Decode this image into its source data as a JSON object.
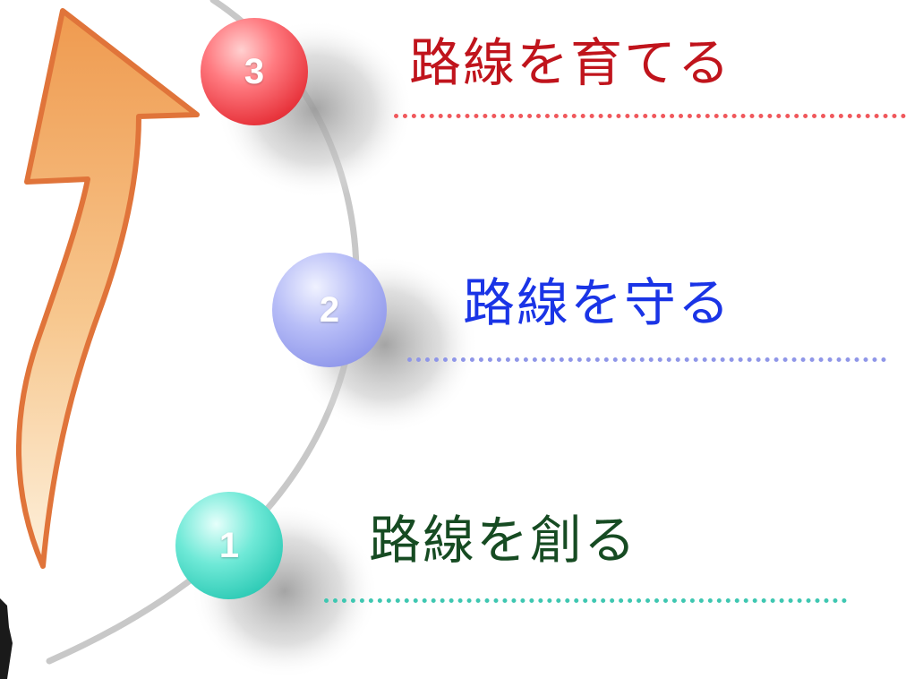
{
  "steps": [
    {
      "number": "3",
      "label": "路線を育てる",
      "color": "#c0141c",
      "badge_color": "#e8353d",
      "rule_color": "#f0585c"
    },
    {
      "number": "2",
      "label": "路線を守る",
      "color": "#1a34e6",
      "badge_color": "#8e96ea",
      "rule_color": "#8f96e8"
    },
    {
      "number": "1",
      "label": "路線を創る",
      "color": "#164b22",
      "badge_color": "#2fcbb6",
      "rule_color": "#3ec7b1"
    }
  ],
  "arrow": {
    "icon": "upward-curved-arrow-icon",
    "color": "#ef9b4d",
    "outline_color": "#e0743a"
  },
  "track": {
    "color": "#c8c8c8"
  }
}
